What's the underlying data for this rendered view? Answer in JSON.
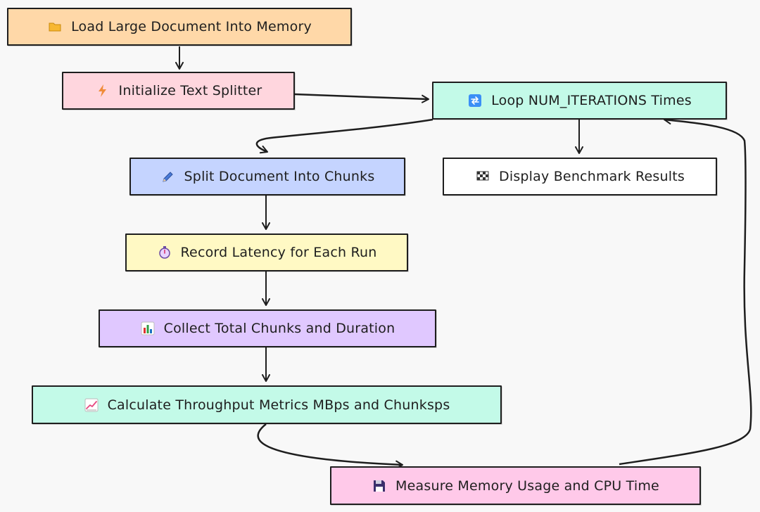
{
  "nodes": [
    {
      "id": "load",
      "label": "Load Large Document Into Memory",
      "icon": "folder-icon",
      "fill": "#ffd8a8"
    },
    {
      "id": "init",
      "label": "Initialize Text Splitter",
      "icon": "lightning-icon",
      "fill": "#ffd6de"
    },
    {
      "id": "loop",
      "label": "Loop NUM_ITERATIONS Times",
      "icon": "repeat-icon",
      "fill": "#c3fae8"
    },
    {
      "id": "split",
      "label": "Split Document Into Chunks",
      "icon": "pencil-icon",
      "fill": "#c5d4ff"
    },
    {
      "id": "display",
      "label": "Display Benchmark Results",
      "icon": "checkered-flag-icon",
      "fill": "#ffffff"
    },
    {
      "id": "record",
      "label": "Record Latency for Each Run",
      "icon": "stopwatch-icon",
      "fill": "#fff9c4"
    },
    {
      "id": "collect",
      "label": "Collect Total Chunks and Duration",
      "icon": "bar-chart-icon",
      "fill": "#e0c8ff"
    },
    {
      "id": "calc",
      "label": "Calculate Throughput Metrics MBps and Chunksps",
      "icon": "trending-up-icon",
      "fill": "#c3fae8"
    },
    {
      "id": "measure",
      "label": "Measure Memory Usage and CPU Time",
      "icon": "floppy-disk-icon",
      "fill": "#ffc9e9"
    }
  ],
  "edges": [
    {
      "from": "load",
      "to": "init"
    },
    {
      "from": "init",
      "to": "loop"
    },
    {
      "from": "loop",
      "to": "split"
    },
    {
      "from": "loop",
      "to": "display"
    },
    {
      "from": "split",
      "to": "record"
    },
    {
      "from": "record",
      "to": "collect"
    },
    {
      "from": "collect",
      "to": "calc"
    },
    {
      "from": "calc",
      "to": "measure"
    },
    {
      "from": "measure",
      "to": "loop"
    }
  ]
}
